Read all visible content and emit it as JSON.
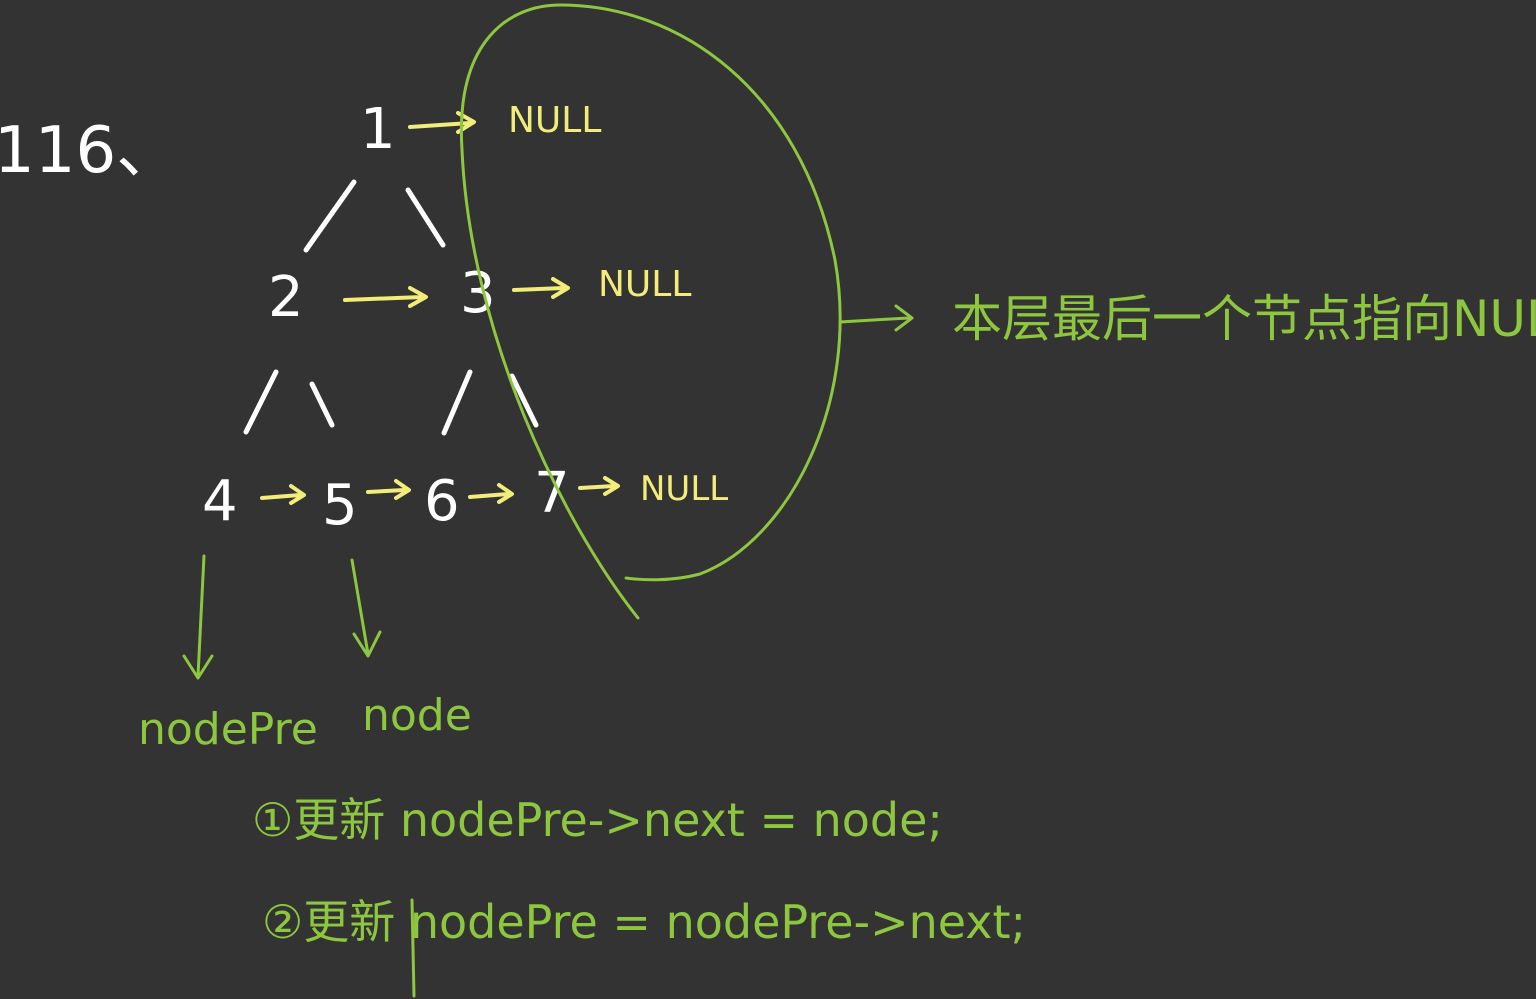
{
  "problem_number": "116、",
  "tree": {
    "nodes": [
      "1",
      "2",
      "3",
      "4",
      "5",
      "6",
      "7"
    ],
    "null_label": "NULL"
  },
  "annotation": {
    "last_node_note": "本层最后一个节点指向NULL。",
    "pointer_labels": {
      "prev": "nodePre",
      "current": "node"
    },
    "steps": [
      "①更新 nodePre->next = node;",
      "②更新  nodePre = nodePre->next;"
    ]
  },
  "colors": {
    "background": "#333333",
    "tree_ink": "#ffffff",
    "arrow_ink": "#f2ec7a",
    "note_ink": "#8dc63f"
  }
}
